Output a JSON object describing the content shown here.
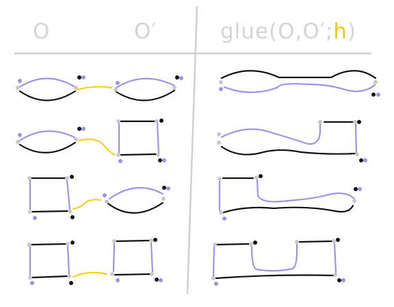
{
  "headers": {
    "col1": "O",
    "col2": "O′",
    "col3_prefix": "glue(O,O′;",
    "col3_h": "h",
    "col3_suffix": ")"
  },
  "colors": {
    "purple": "#9f92e6",
    "black": "#111111",
    "glue_yellow": "#f2d01a",
    "header_text": "#d4d4d4",
    "grid": "#d0d0d0",
    "node_gray": "#c8c8c8",
    "node_black": "#111111",
    "node_purple": "#9f92e6"
  },
  "rows": [
    {
      "left": "lens",
      "right": "lens",
      "result": "lens-lens glued"
    },
    {
      "left": "lens",
      "right": "square",
      "result": "lens-square glued"
    },
    {
      "left": "square",
      "right": "lens",
      "result": "square-lens glued"
    },
    {
      "left": "square",
      "right": "square",
      "result": "square-square glued"
    }
  ]
}
